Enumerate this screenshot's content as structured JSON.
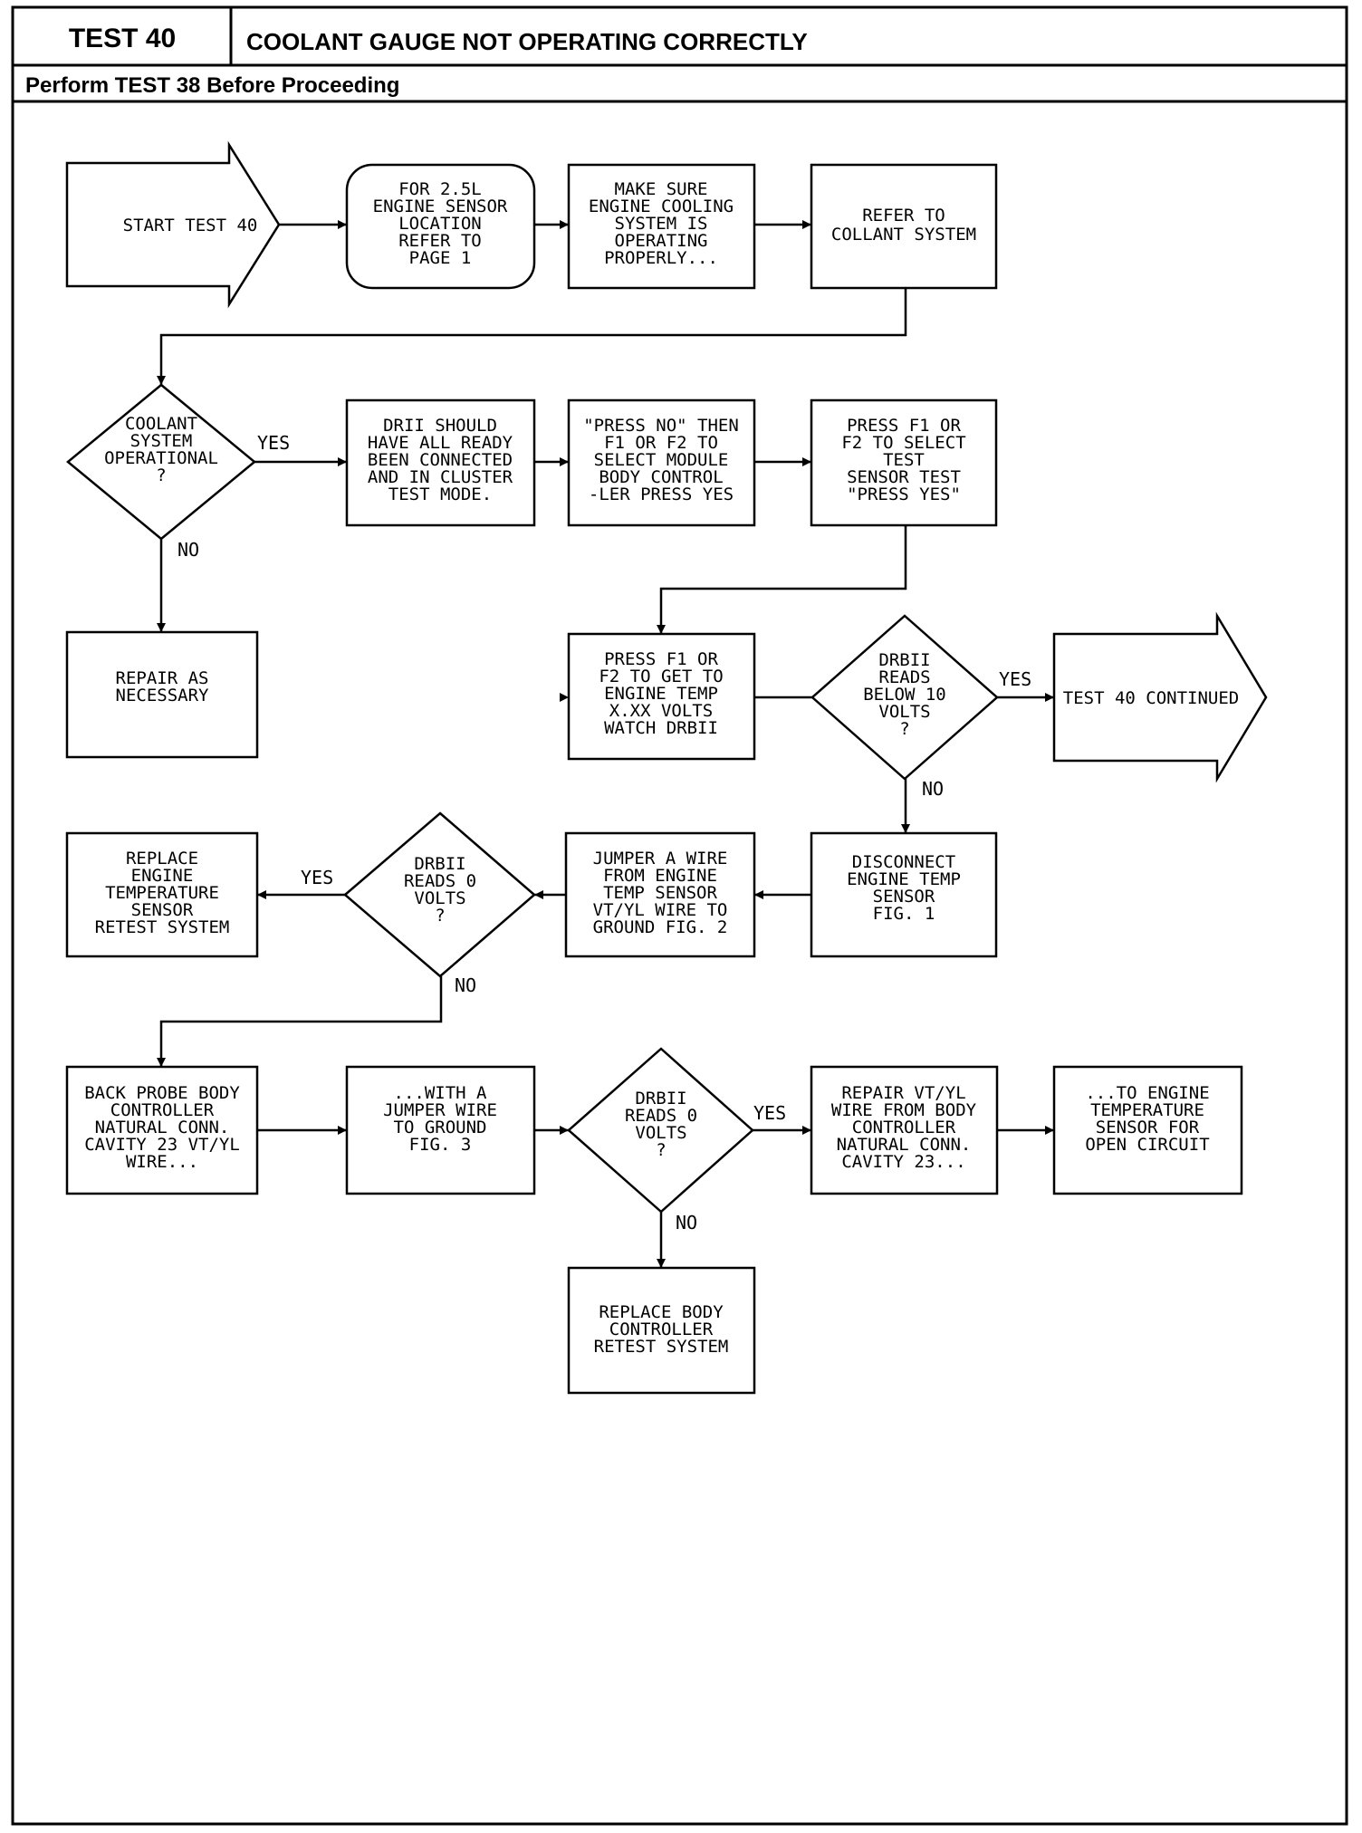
{
  "header": {
    "test_id": "TEST 40",
    "title": "COOLANT GAUGE NOT OPERATING CORRECTLY",
    "subtitle": "Perform TEST 38 Before Proceeding"
  },
  "nodes": {
    "start": {
      "lines": [
        "START TEST 40"
      ]
    },
    "sensor_location": {
      "lines": [
        "FOR 2.5L",
        "ENGINE SENSOR",
        "LOCATION",
        "REFER TO",
        "PAGE 1"
      ]
    },
    "make_sure": {
      "lines": [
        "MAKE SURE",
        "ENGINE COOLING",
        "SYSTEM IS",
        "OPERATING",
        "PROPERLY..."
      ]
    },
    "refer_coolant": {
      "lines": [
        "REFER TO",
        "COLLANT SYSTEM"
      ]
    },
    "coolant_operational": {
      "lines": [
        "COOLANT",
        "SYSTEM",
        "OPERATIONAL",
        "?"
      ]
    },
    "drbii_connected": {
      "lines": [
        "DRII SHOULD",
        "HAVE ALL READY",
        "BEEN CONNECTED",
        "AND IN CLUSTER",
        "TEST MODE."
      ]
    },
    "press_no": {
      "lines": [
        "\"PRESS NO\" THEN",
        "F1 OR F2 TO",
        "SELECT MODULE",
        "BODY CONTROL",
        "-LER PRESS YES"
      ]
    },
    "press_f1_select": {
      "lines": [
        "PRESS F1 OR",
        "F2 TO SELECT",
        "TEST",
        "SENSOR TEST",
        "\"PRESS YES\""
      ]
    },
    "repair_necessary": {
      "lines": [
        "REPAIR AS",
        "NECESSARY"
      ]
    },
    "press_f1_get": {
      "lines": [
        "PRESS F1 OR",
        "F2 TO GET TO",
        "ENGINE TEMP",
        "X.XX VOLTS",
        "WATCH DRBII"
      ]
    },
    "reads_below_10": {
      "lines": [
        "DRBII",
        "READS",
        "BELOW 10",
        "VOLTS",
        "?"
      ]
    },
    "continued": {
      "lines": [
        "TEST 40 CONTINUED"
      ]
    },
    "disconnect_sensor": {
      "lines": [
        "DISCONNECT",
        "ENGINE TEMP",
        "SENSOR",
        "FIG. 1"
      ]
    },
    "jumper_wire": {
      "lines": [
        "JUMPER A WIRE",
        "FROM ENGINE",
        "TEMP SENSOR",
        "VT/YL WIRE TO",
        "GROUND FIG. 2"
      ]
    },
    "reads_0_first": {
      "lines": [
        "DRBII",
        "READS 0",
        "VOLTS",
        "?"
      ]
    },
    "replace_sensor": {
      "lines": [
        "REPLACE",
        "ENGINE",
        "TEMPERATURE",
        "SENSOR",
        "RETEST SYSTEM"
      ]
    },
    "back_probe": {
      "lines": [
        "BACK PROBE BODY",
        "CONTROLLER",
        "NATURAL CONN.",
        "CAVITY 23 VT/YL",
        "WIRE..."
      ]
    },
    "with_jumper": {
      "lines": [
        "...WITH A",
        "JUMPER WIRE",
        "TO GROUND",
        "FIG. 3"
      ]
    },
    "reads_0_second": {
      "lines": [
        "DRBII",
        "READS 0",
        "VOLTS",
        "?"
      ]
    },
    "repair_wire": {
      "lines": [
        "REPAIR VT/YL",
        "WIRE FROM BODY",
        "CONTROLLER",
        "NATURAL CONN.",
        "CAVITY 23..."
      ]
    },
    "open_circuit": {
      "lines": [
        "...TO ENGINE",
        "TEMPERATURE",
        "SENSOR FOR",
        "OPEN CIRCUIT"
      ]
    },
    "replace_controller": {
      "lines": [
        "REPLACE BODY",
        "CONTROLLER",
        "RETEST SYSTEM"
      ]
    }
  },
  "edge_labels": {
    "coolant_yes": "YES",
    "coolant_no": "NO",
    "below10_yes": "YES",
    "below10_no": "NO",
    "reads0a_yes": "YES",
    "reads0a_no": "NO",
    "reads0b_yes": "YES",
    "reads0b_no": "NO"
  }
}
